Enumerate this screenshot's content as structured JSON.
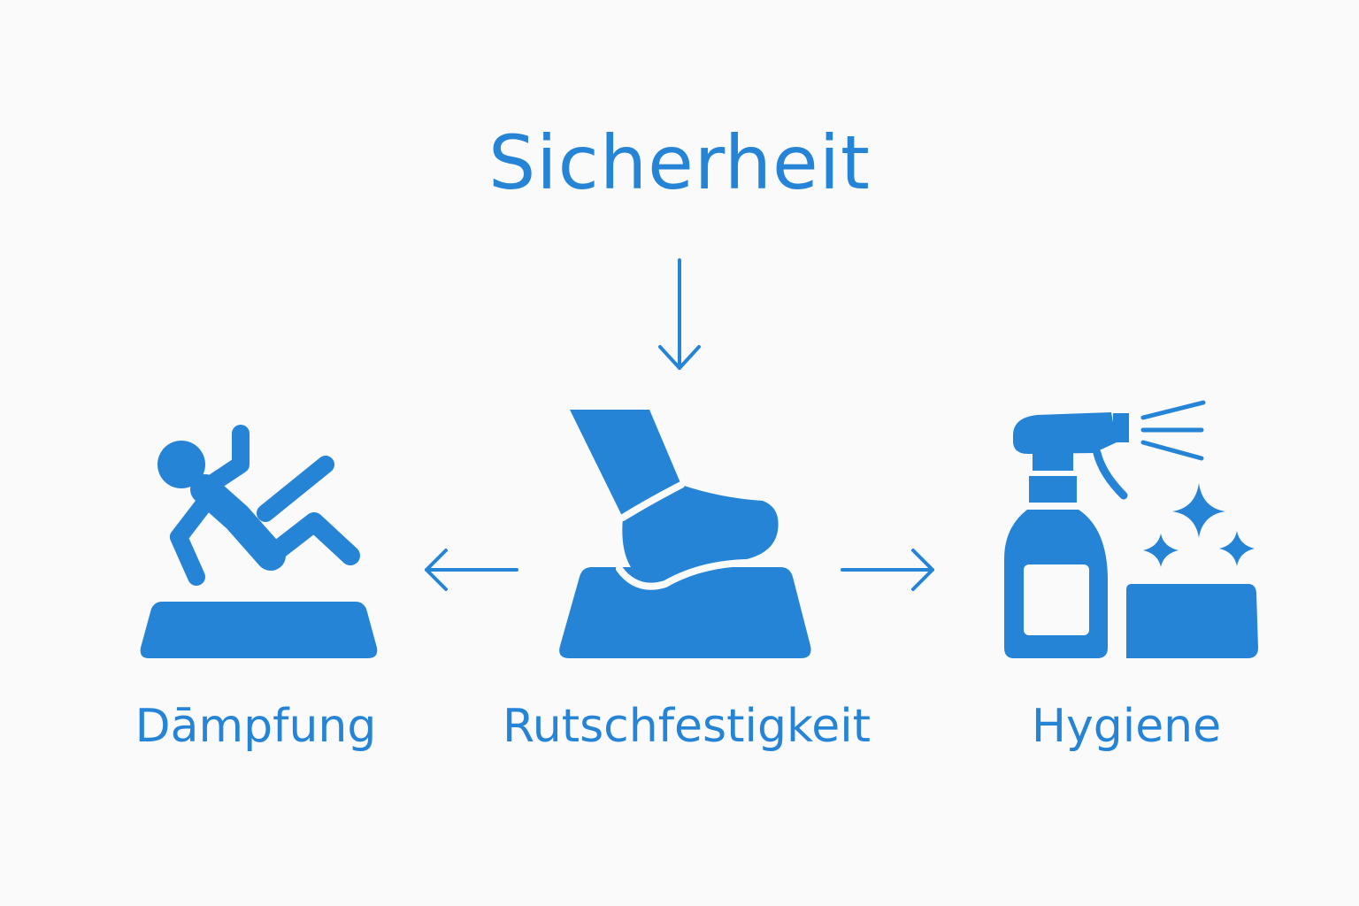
{
  "title": "Sicherheit",
  "labels": {
    "left": "Dāmpfung",
    "center": "Rutschfestigkeit",
    "right": "Hygiene"
  },
  "icons": {
    "left": "falling-person-on-mat-icon",
    "center": "foot-on-mat-icon",
    "right": "spray-bottle-cleaning-icon"
  },
  "colors": {
    "accent": "#2684d6",
    "background": "#fafafa"
  }
}
